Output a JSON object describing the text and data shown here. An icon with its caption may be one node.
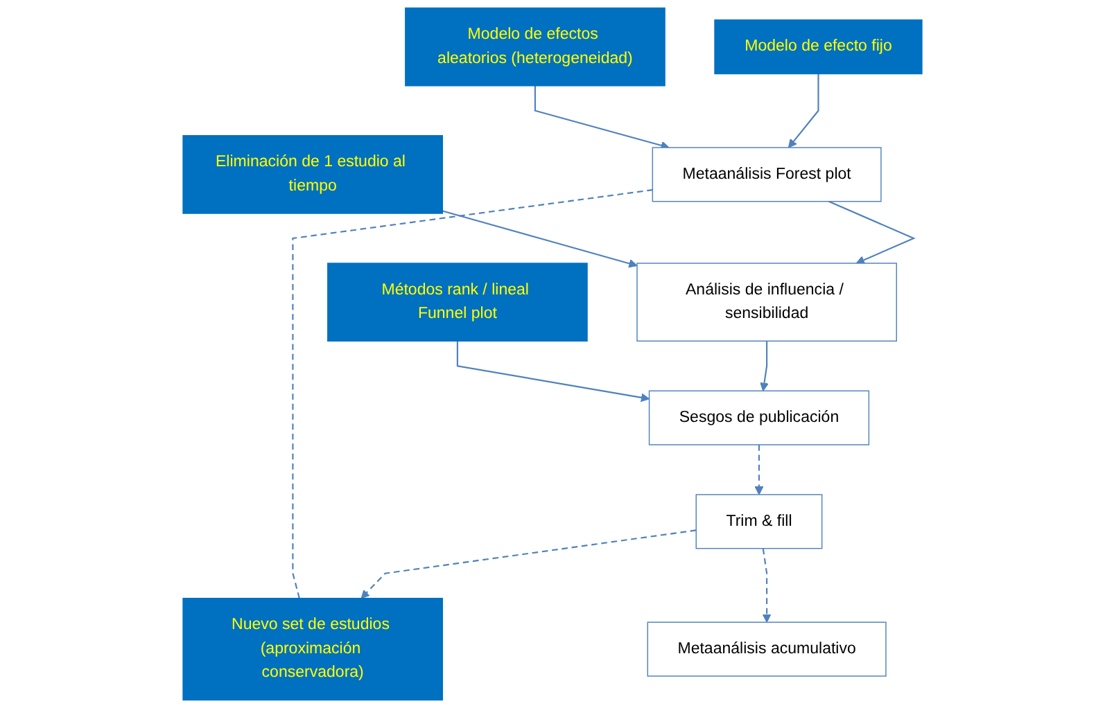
{
  "diagram": {
    "nodes": [
      {
        "text": [
          "Metaanálisis Forest plot"
        ]
      },
      {
        "text": [
          "Modelo de efecto fijo"
        ]
      },
      {
        "text": [
          "Modelo de efectos aleatorios (heterogeneidad)"
        ]
      },
      {
        "text": [
          "Análisis de influencia / sensibilidad"
        ]
      },
      {
        "text": [
          "Eliminación de 1 estudio al tiempo"
        ]
      },
      {
        "text": [
          "Sesgos de publicación"
        ]
      },
      {
        "text": [
          "Métodos rank / lineal Funnel plot"
        ]
      },
      {
        "text": [
          "Trim & fill"
        ]
      },
      {
        "text": [
          "Nuevo set de estudios (aproximación conservadora)"
        ]
      },
      {
        "text": [
          "Metaanálisis acumulativo"
        ]
      }
    ],
    "edges": [
      {
        "from": 1,
        "to": 0,
        "arrow": "to"
      },
      {
        "from": 2,
        "to": 0,
        "arrow": "to"
      },
      {
        "from": 0,
        "to": 3,
        "arrow": "to"
      },
      {
        "from": 4,
        "to": 3,
        "arrow": "to"
      },
      {
        "from": 3,
        "to": 5,
        "arrow": "to"
      },
      {
        "from": 6,
        "to": 5,
        "arrow": "to"
      },
      {
        "from": 5,
        "to": 7,
        "arrow": "to",
        "style": "dashed"
      },
      {
        "from": 7,
        "to": 8,
        "arrow": "to",
        "style": "dashed"
      },
      {
        "from": 8,
        "to": 0,
        "arrow": "none",
        "style": "dashed"
      },
      {
        "from": 7,
        "to": 9,
        "arrow": "to",
        "style": "dashed"
      }
    ]
  }
}
